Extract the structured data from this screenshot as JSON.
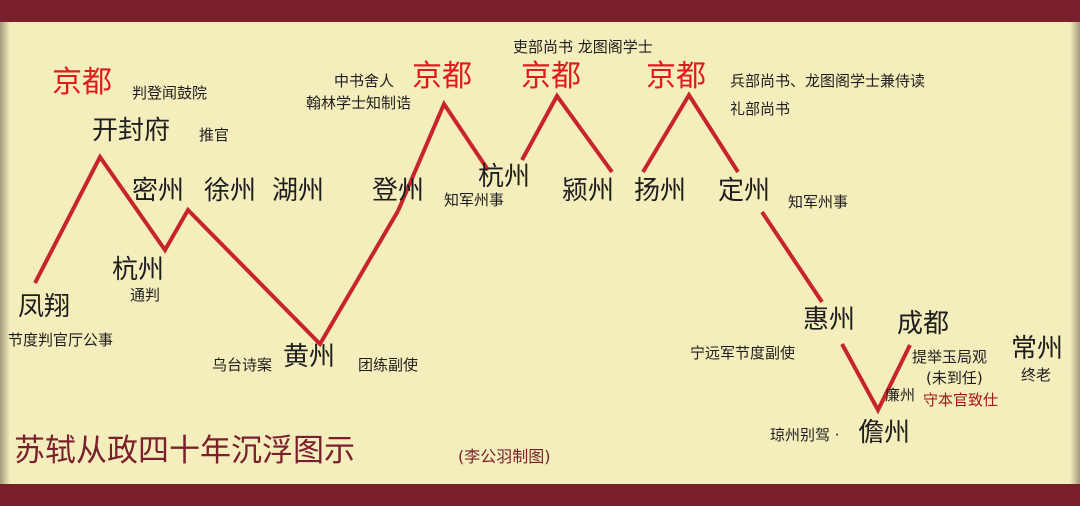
{
  "colors": {
    "background": "#f4edbc",
    "band": "#7a1f2c",
    "line": "#c72529",
    "text": "#1e1e1e",
    "accent": "#e01b1b"
  },
  "title": "苏轼从政四十年沉浮图示",
  "credit": "(李公羽制图)",
  "stations": [
    {
      "id": "fengxiang",
      "name": "凤翔",
      "notes": [
        "节度判官厅公事"
      ]
    },
    {
      "id": "jingdu-1",
      "name": "京都",
      "notes": [
        "判登闻鼓院"
      ]
    },
    {
      "id": "kaifengfu",
      "name": "开封府",
      "notes": [
        "推官"
      ]
    },
    {
      "id": "hangzhou-1",
      "name": "杭州",
      "notes": [
        "通判"
      ]
    },
    {
      "id": "mizhou",
      "name": "密州",
      "notes": []
    },
    {
      "id": "xuzhou",
      "name": "徐州",
      "notes": []
    },
    {
      "id": "huzhou",
      "name": "湖州",
      "notes": []
    },
    {
      "id": "huangzhou",
      "name": "黄州",
      "notes": [
        "乌台诗案",
        "团练副使"
      ]
    },
    {
      "id": "dengzhou",
      "name": "登州",
      "notes": []
    },
    {
      "id": "jingdu-2",
      "name": "京都",
      "notes": [
        "中书舍人",
        "翰林学士知制诰"
      ]
    },
    {
      "id": "hangzhou-2",
      "name": "杭州",
      "notes": [
        "知军州事"
      ]
    },
    {
      "id": "jingdu-3",
      "name": "京都",
      "notes": [
        "吏部尚书 龙图阁学士"
      ]
    },
    {
      "id": "yingzhou",
      "name": "颍州",
      "notes": []
    },
    {
      "id": "yangzhou",
      "name": "扬州",
      "notes": []
    },
    {
      "id": "jingdu-4",
      "name": "京都",
      "notes": [
        "兵部尚书、龙图阁学士兼侍读",
        "礼部尚书"
      ]
    },
    {
      "id": "dingzhou",
      "name": "定州",
      "notes": [
        "知军州事"
      ]
    },
    {
      "id": "huizhou",
      "name": "惠州",
      "notes": [
        "宁远军节度副使"
      ]
    },
    {
      "id": "danzhou",
      "name": "儋州",
      "notes": [
        "琼州别驾 ·"
      ]
    },
    {
      "id": "lianzhou",
      "name": "廉州",
      "notes": [
        "守本官致仕"
      ]
    },
    {
      "id": "chengdu",
      "name": "成都",
      "notes": [
        "提举玉局观",
        "(未到任)"
      ]
    },
    {
      "id": "changzhou",
      "name": "常州",
      "notes": [
        "终老"
      ]
    }
  ]
}
